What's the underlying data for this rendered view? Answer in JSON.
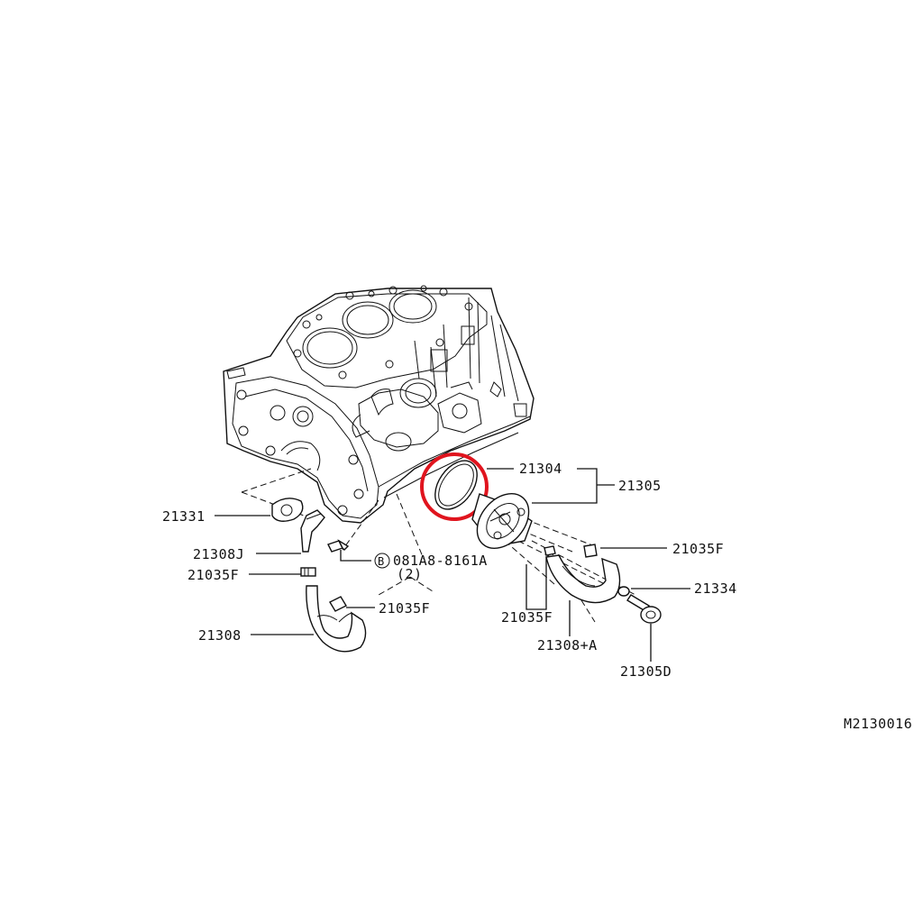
{
  "diagram": {
    "figure_code": "M2130016",
    "highlight_color": "#e0141e",
    "callouts": {
      "c21304": "21304",
      "c21305": "21305",
      "c21331": "21331",
      "c21308J": "21308J",
      "c21035F_left": "21035F",
      "c081A8": "081A8-8161A",
      "c081A8_symbol": "B",
      "c081A8_qty": "(2)",
      "c21035F_mid": "21035F",
      "c21308": "21308",
      "c21035F_right_top": "21035F",
      "c21334": "21334",
      "c21035F_right_low": "21035F",
      "c21308A": "21308+A",
      "c21305D": "21305D"
    }
  }
}
